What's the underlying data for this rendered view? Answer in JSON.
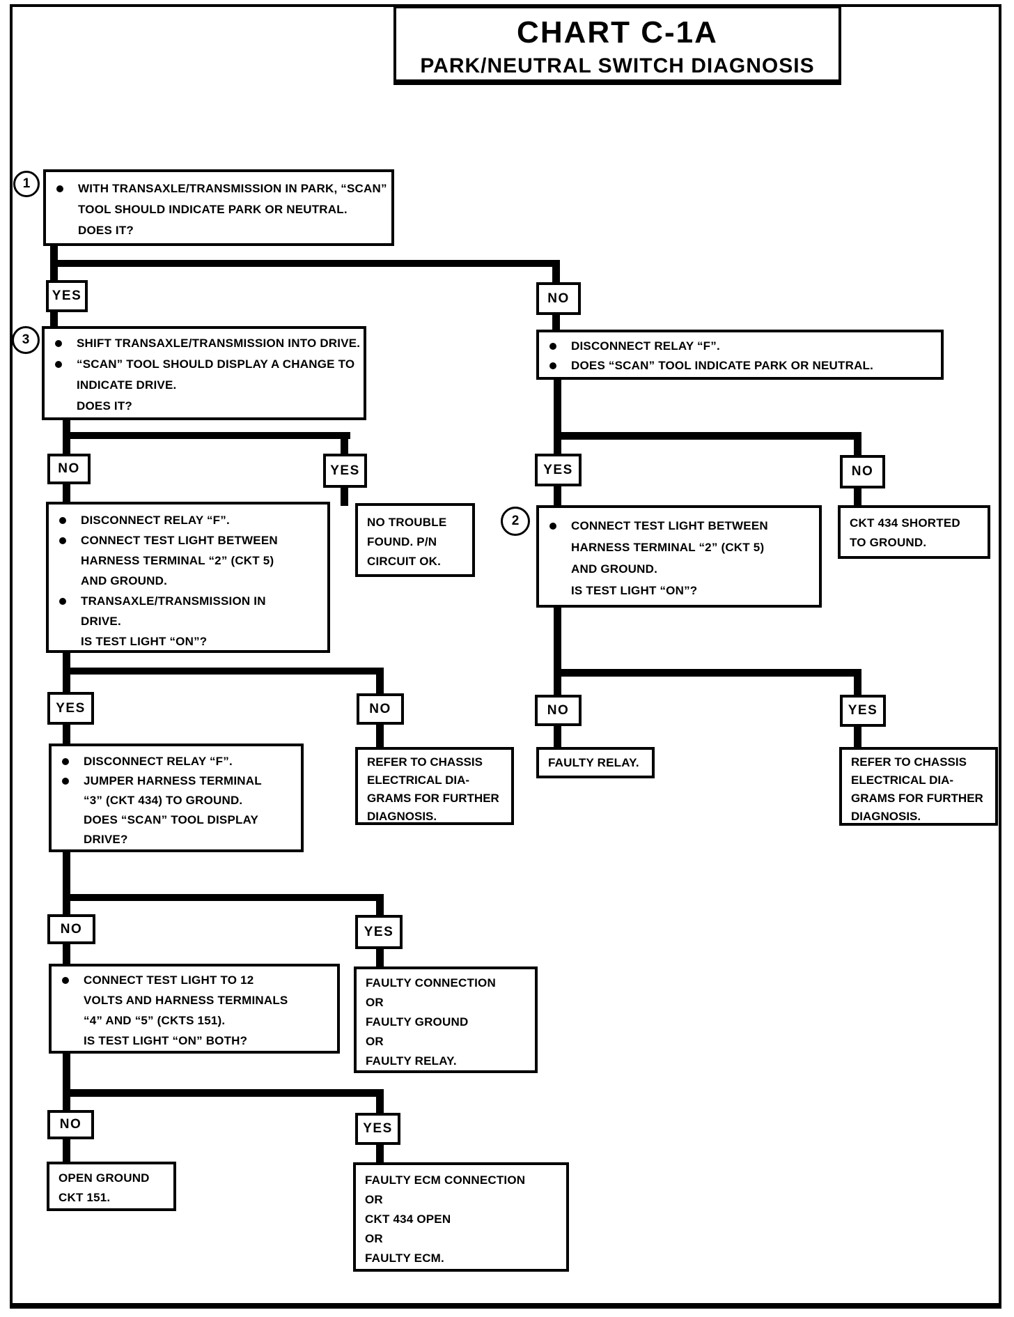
{
  "title": {
    "chart": "CHART C-1A",
    "subtitle": "PARK/NEUTRAL  SWITCH DIAGNOSIS"
  },
  "labels": {
    "yes": "YES",
    "no": "NO"
  },
  "markers": {
    "one": "1",
    "two": "2",
    "three": "3"
  },
  "nodes": {
    "check_park": {
      "lines": [
        "WITH TRANSAXLE/TRANSMISSION IN PARK, “SCAN”",
        "TOOL SHOULD INDICATE PARK OR NEUTRAL.",
        "DOES IT?"
      ]
    },
    "shift_drive": {
      "lines": [
        "SHIFT TRANSAXLE/TRANSMISSION  INTO DRIVE.",
        "“SCAN” TOOL SHOULD DISPLAY A CHANGE TO",
        "INDICATE DRIVE.",
        "DOES IT?"
      ]
    },
    "disconnect_relay": {
      "lines": [
        "DISCONNECT RELAY “F”.",
        "DOES “SCAN” TOOL INDICATE PARK OR NEUTRAL."
      ]
    },
    "test_light_drive": {
      "lines": [
        "DISCONNECT RELAY “F”.",
        "CONNECT TEST LIGHT BETWEEN",
        "HARNESS TERMINAL “2” (CKT 5)",
        "AND GROUND.",
        "TRANSAXLE/TRANSMISSION IN",
        "DRIVE.",
        "IS TEST LIGHT “ON”?"
      ]
    },
    "no_trouble": {
      "lines": [
        "NO TROUBLE",
        "FOUND.  P/N",
        "CIRCUIT OK."
      ]
    },
    "test_light_ckt5": {
      "lines": [
        "CONNECT TEST LIGHT BETWEEN",
        "HARNESS TERMINAL “2” (CKT 5)",
        "AND GROUND.",
        "IS TEST LIGHT “ON”?"
      ]
    },
    "ckt434_shorted": {
      "lines": [
        "CKT 434 SHORTED",
        "TO GROUND."
      ]
    },
    "jumper_ckt434": {
      "lines": [
        "DISCONNECT RELAY “F”.",
        "JUMPER HARNESS TERMINAL",
        "“3” (CKT 434) TO GROUND.",
        "DOES “SCAN” TOOL DISPLAY",
        "DRIVE?"
      ]
    },
    "refer_chassis_left": {
      "lines": [
        "REFER TO CHASSIS",
        "ELECTRICAL  DIA-",
        "GRAMS FOR FURTHER",
        "DIAGNOSIS."
      ]
    },
    "faulty_relay": {
      "lines": [
        "FAULTY RELAY."
      ]
    },
    "refer_chassis_right": {
      "lines": [
        "REFER TO CHASSIS",
        "ELECTRICAL  DIA-",
        "GRAMS FOR FURTHER",
        "DIAGNOSIS."
      ]
    },
    "test_light_12v": {
      "lines": [
        "CONNECT TEST LIGHT TO 12",
        "VOLTS AND HARNESS TERMINALS",
        "“4” AND “5” (CKTS 151).",
        "IS TEST LIGHT “ON” BOTH?"
      ]
    },
    "faulty_connection": {
      "lines": [
        "FAULTY CONNECTION",
        "OR",
        "FAULTY GROUND",
        "OR",
        "FAULTY RELAY."
      ]
    },
    "open_ground": {
      "lines": [
        "OPEN GROUND",
        "CKT 151."
      ]
    },
    "faulty_ecm": {
      "lines": [
        "FAULTY ECM CONNECTION",
        "OR",
        "CKT 434 OPEN",
        "OR",
        "FAULTY ECM."
      ]
    }
  }
}
